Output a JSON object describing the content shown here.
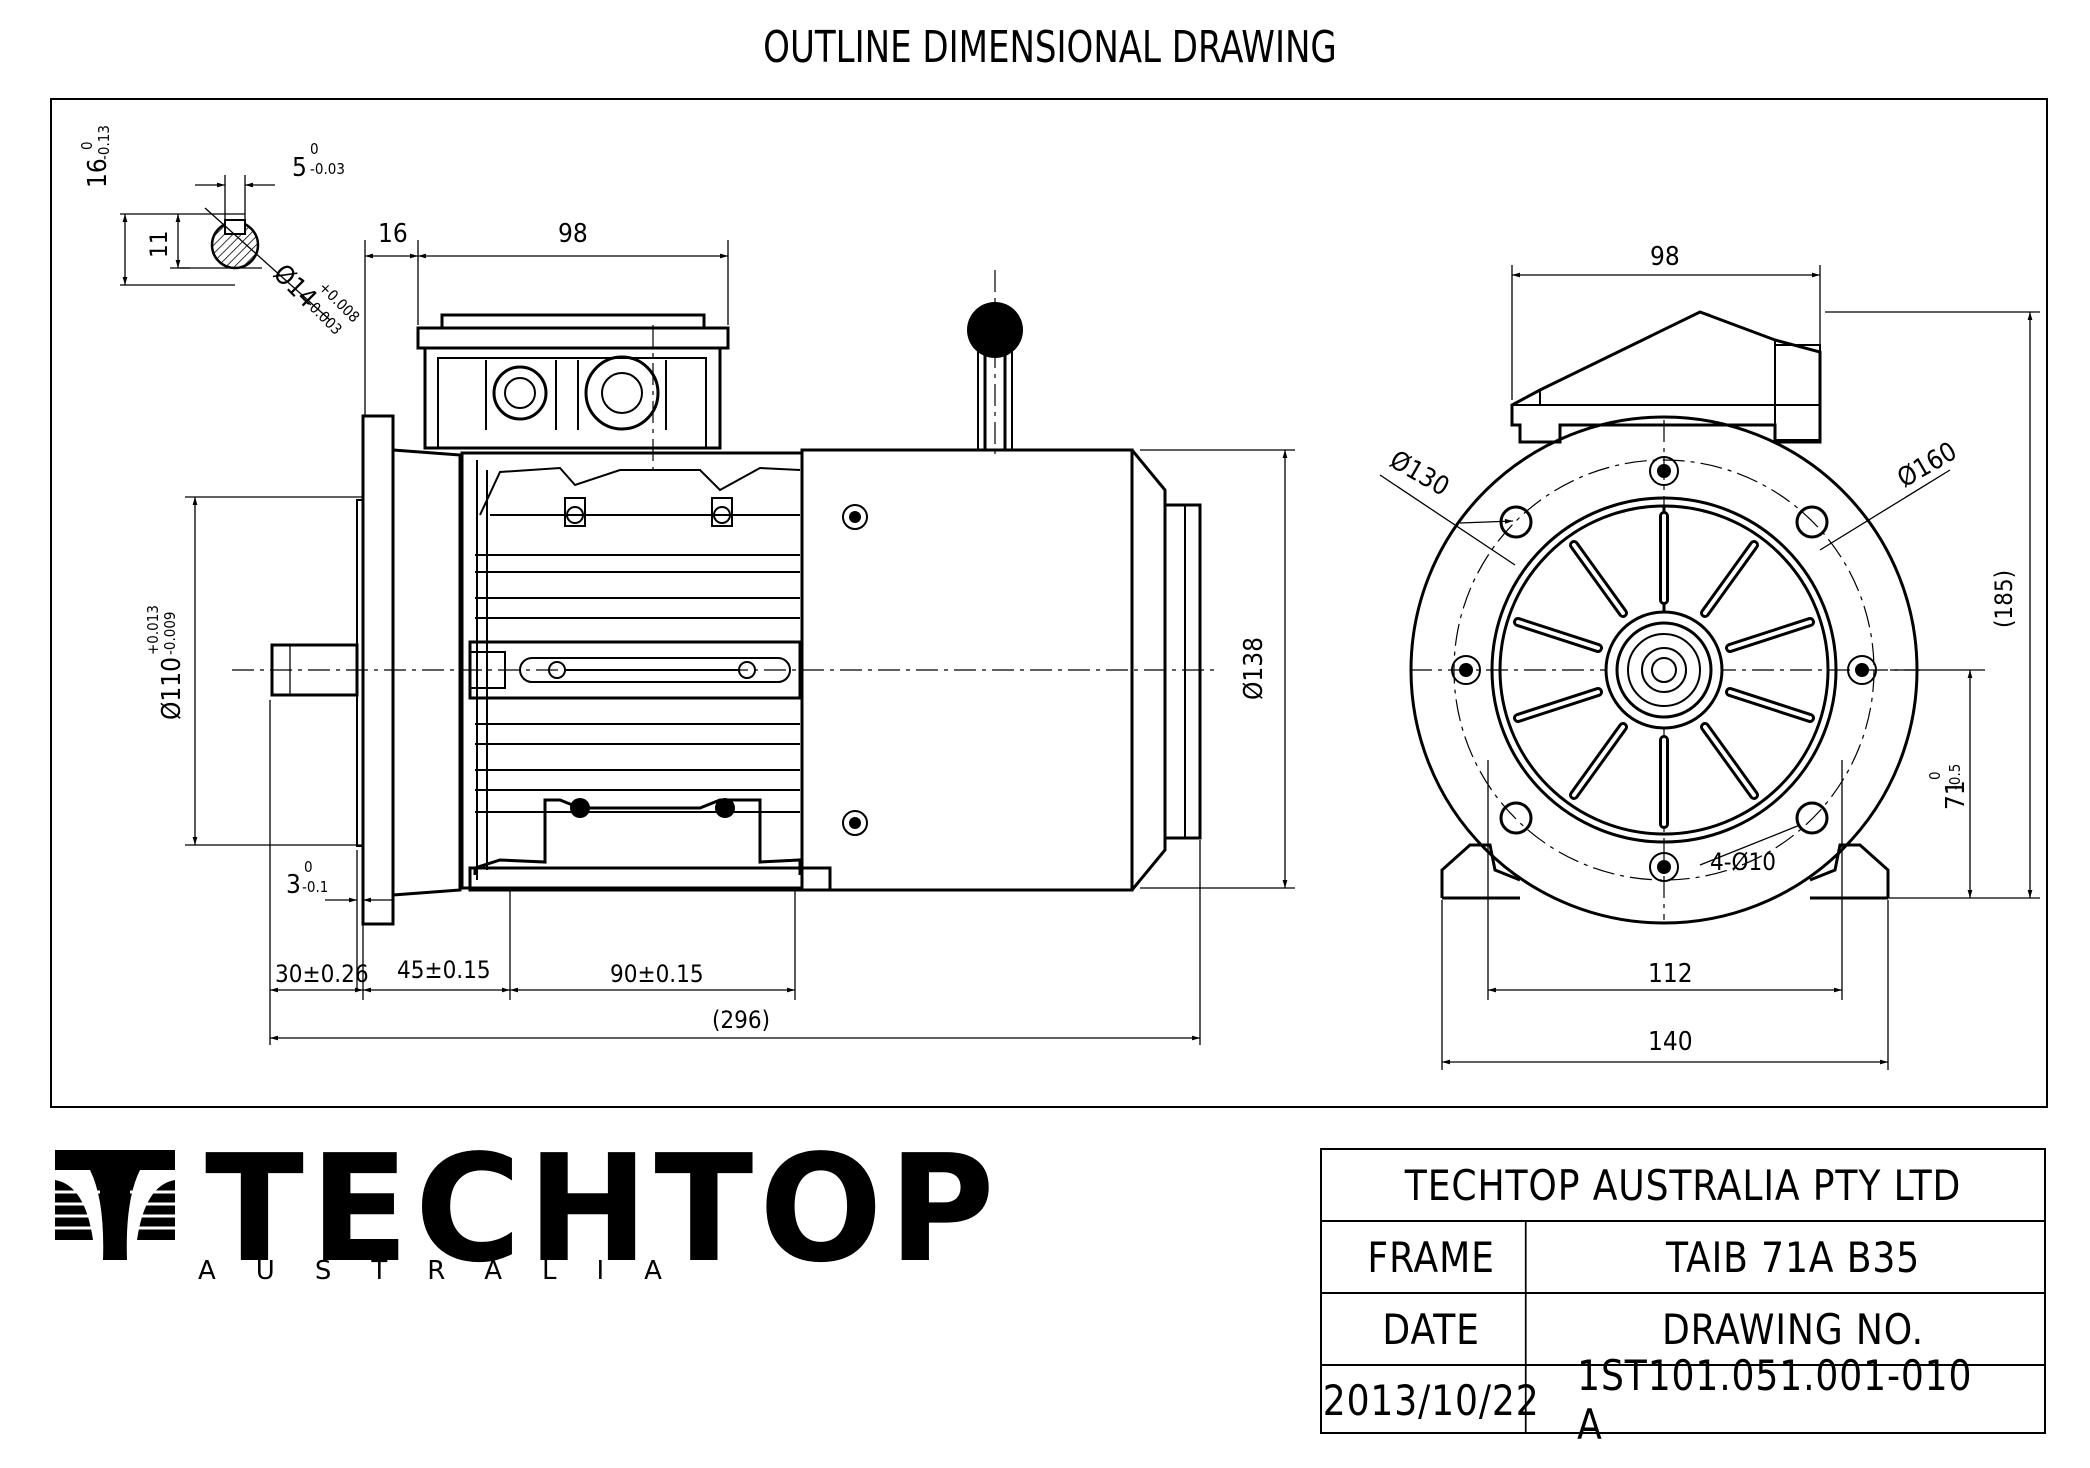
{
  "title": "OUTLINE DIMENSIONAL DRAWING",
  "dimensions": {
    "key_tol_h": "16",
    "key_tol_h_up": "0",
    "key_tol_h_lo": "-0.13",
    "key_w": "5",
    "key_w_up": "0",
    "key_w_lo": "-0.03",
    "key_11": "11",
    "shaft_d": "Ø14",
    "shaft_d_up": "+0.008",
    "shaft_d_lo": "-0.003",
    "d16": "16",
    "d98_side": "98",
    "spigot": "Ø110",
    "spigot_up": "+0.013",
    "spigot_lo": "-0.009",
    "d3": "3",
    "d3_up": "0",
    "d3_lo": "-0.1",
    "d138": "Ø138",
    "d30": "30±0.26",
    "d45": "45±0.15",
    "d90": "90±0.15",
    "d296": "(296)",
    "d98_end": "98",
    "d130": "Ø130",
    "d160": "Ø160",
    "d185": "(185)",
    "d71": "71",
    "d71_up": "0",
    "d71_lo": "-0.5",
    "holes": "4-Ø10",
    "d112": "112",
    "d140": "140"
  },
  "logo": {
    "name": "TECHTOP",
    "sub": "AUSTRALIA"
  },
  "title_block": {
    "company": "TECHTOP AUSTRALIA PTY LTD",
    "frame_label": "FRAME",
    "frame_value": "TAIB 71A B35",
    "date_label": "DATE",
    "drawing_label": "DRAWING NO.",
    "date_value": "2013/10/22",
    "drawing_value": "1ST101.051.001-010 A"
  }
}
